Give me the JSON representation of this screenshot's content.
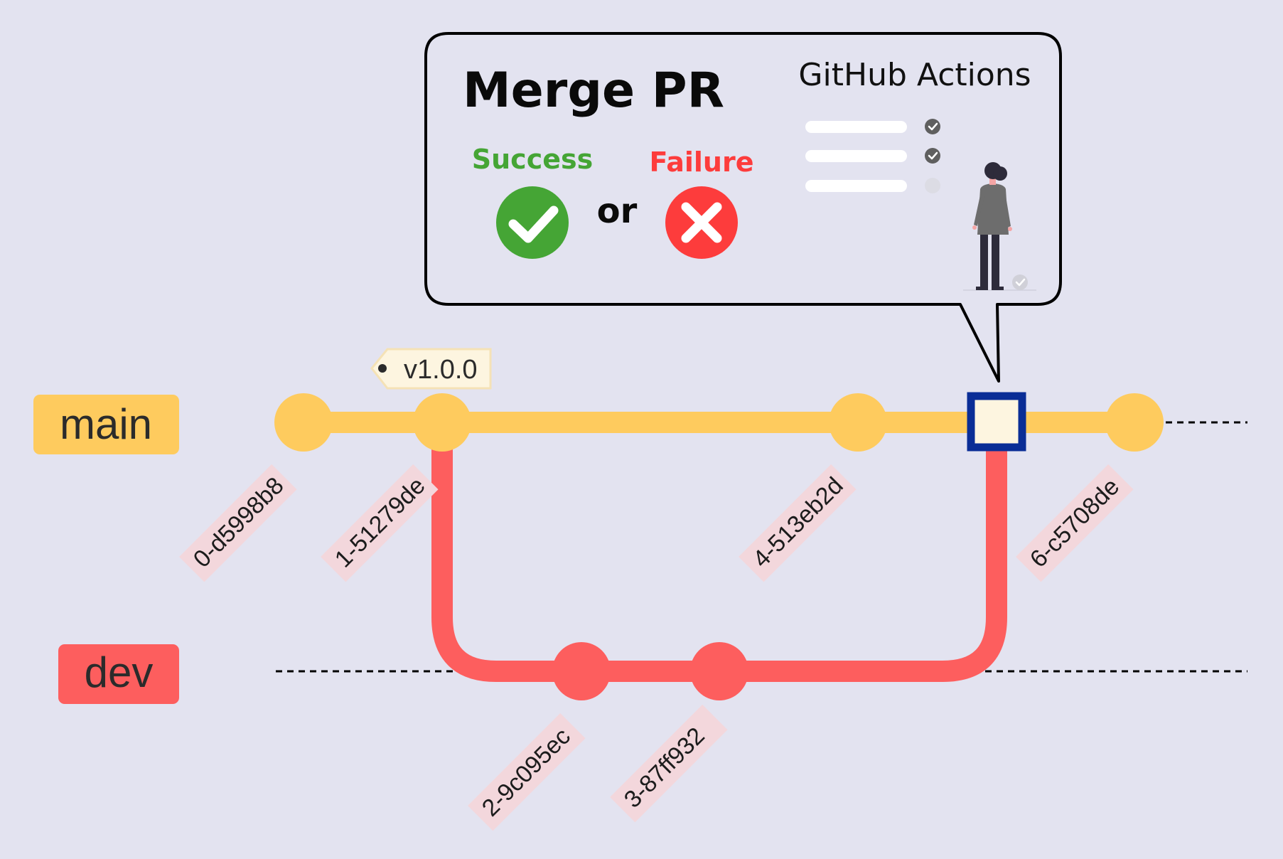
{
  "branches": {
    "main": {
      "label": "main",
      "color": "#fecb5e"
    },
    "dev": {
      "label": "dev",
      "color": "#fd5e5e"
    }
  },
  "commits": [
    {
      "id": "0-d5998b8",
      "branch": "main"
    },
    {
      "id": "1-51279de",
      "branch": "main",
      "tag": "v1.0.0"
    },
    {
      "id": "2-9c095ec",
      "branch": "dev"
    },
    {
      "id": "3-87ff932",
      "branch": "dev"
    },
    {
      "id": "4-513eb2d",
      "branch": "main"
    },
    {
      "id": "merge",
      "branch": "main",
      "type": "merge-highlight"
    },
    {
      "id": "6-c5708de",
      "branch": "main"
    }
  ],
  "tag": {
    "label": "v1.0.0"
  },
  "callout": {
    "title": "Merge PR",
    "success_label": "Success",
    "or_label": "or",
    "failure_label": "Failure",
    "actions_label": "GitHub Actions",
    "checklist": [
      {
        "checked": true
      },
      {
        "checked": true
      },
      {
        "checked": false
      }
    ]
  },
  "colors": {
    "background": "#e3e3f0",
    "success": "#45a535",
    "failure": "#fd3c3c",
    "merge_border": "#0a2d96",
    "merge_fill": "#fdf5e0",
    "commit_label_bg": "#f3d7dc"
  },
  "icons": {
    "success": "check-circle-icon",
    "failure": "x-circle-icon",
    "person": "person-illustration"
  }
}
